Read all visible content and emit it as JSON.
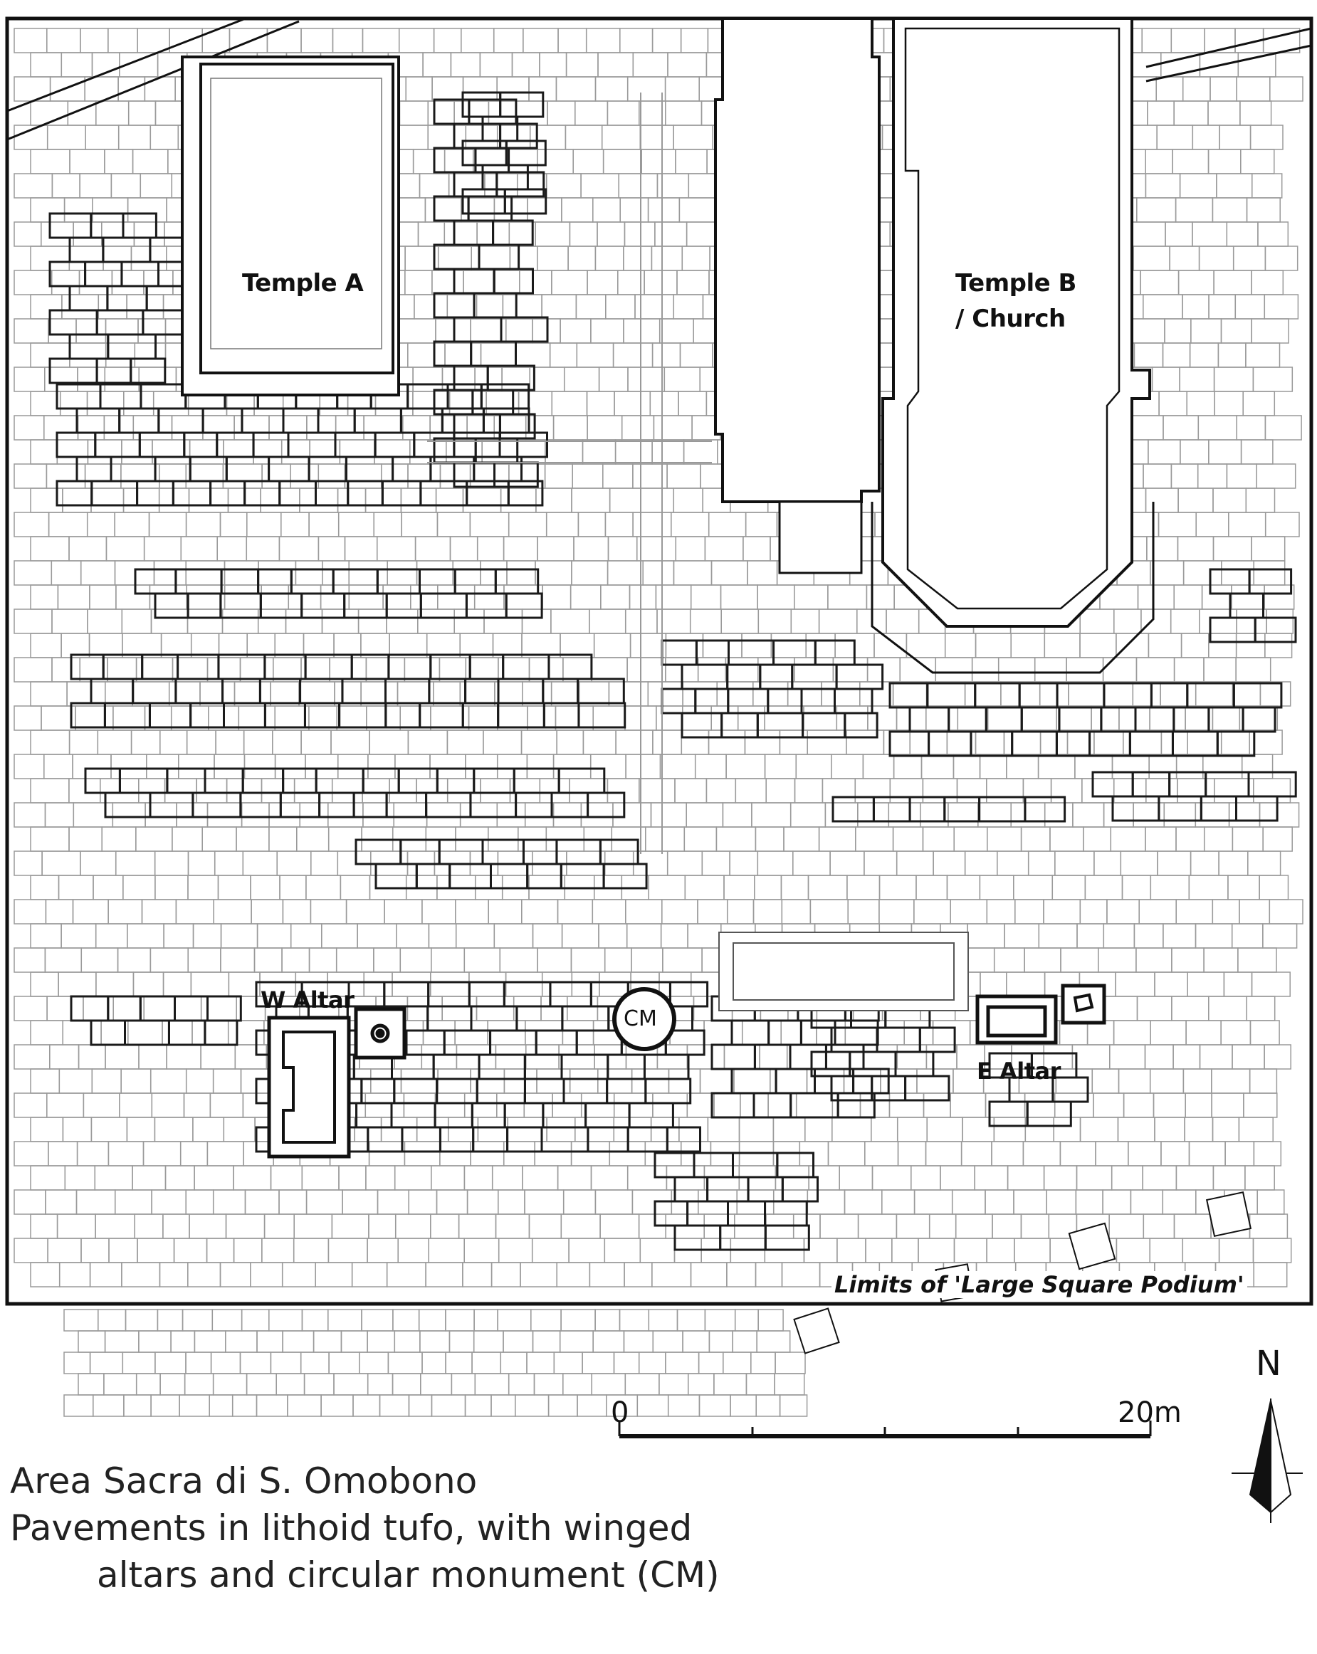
{
  "labels": {
    "temple_a": "Temple A",
    "temple_b_line1": "Temple B",
    "temple_b_line2": "/ Church",
    "w_altar": "W Altar",
    "cm": "CM",
    "e_altar": "E Altar",
    "limits": "Limits of 'Large Square Podium'"
  },
  "scale_bar": {
    "start_label": "0",
    "end_label": "20m"
  },
  "north_arrow": {
    "label": "N"
  },
  "caption": {
    "line1": "Area Sacra di S. Omobono",
    "line2": "Pavements in lithoid tufo, with winged",
    "line3": "altars and circular monument (CM)"
  }
}
